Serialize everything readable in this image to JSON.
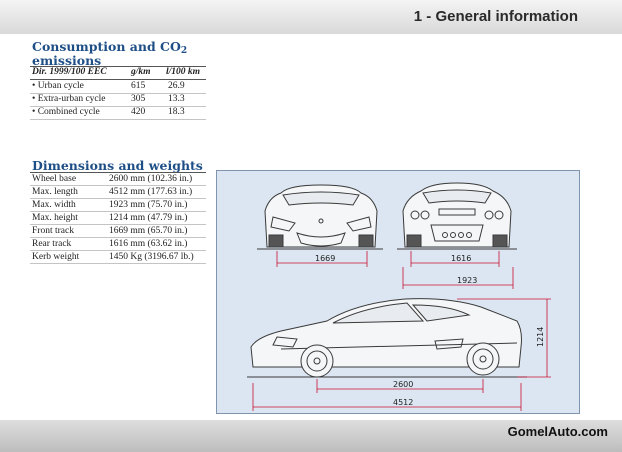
{
  "header": {
    "title": "1 - General information"
  },
  "consumption": {
    "title_line1": "Consumption and CO",
    "title_sub": "2",
    "title_line2": "emissions",
    "columns": [
      "Dir. 1999/100 EEC",
      "g/km",
      "l/100 km"
    ],
    "rows": [
      {
        "label": "• Urban cycle",
        "gkm": "615",
        "l100": "26.9"
      },
      {
        "label": "• Extra-urban cycle",
        "gkm": "305",
        "l100": "13.3"
      },
      {
        "label": "• Combined cycle",
        "gkm": "420",
        "l100": "18.3"
      }
    ]
  },
  "dimensions": {
    "title": "Dimensions and weights",
    "rows": [
      {
        "label": "Wheel base",
        "value": "2600 mm (102.36 in.)"
      },
      {
        "label": "Max. length",
        "value": "4512 mm (177.63 in.)"
      },
      {
        "label": "Max. width",
        "value": "1923 mm (75.70 in.)"
      },
      {
        "label": "Max. height",
        "value": "1214 mm (47.79 in.)"
      },
      {
        "label": "Front track",
        "value": "1669 mm (65.70 in.)"
      },
      {
        "label": "Rear track",
        "value": "1616 mm (63.62 in.)"
      },
      {
        "label": "Kerb weight",
        "value": "1450 Kg  (3196.67 lb.)"
      }
    ]
  },
  "drawing": {
    "front_track": "1669",
    "rear_track": "1616",
    "width": "1923",
    "height": "1214",
    "wheelbase": "2600",
    "length": "4512",
    "colors": {
      "dimension": "#c8102e",
      "panel": "#dbe6f2",
      "outline": "#3a3a3a"
    }
  },
  "footer": {
    "watermark": "GomelAuto.com"
  }
}
